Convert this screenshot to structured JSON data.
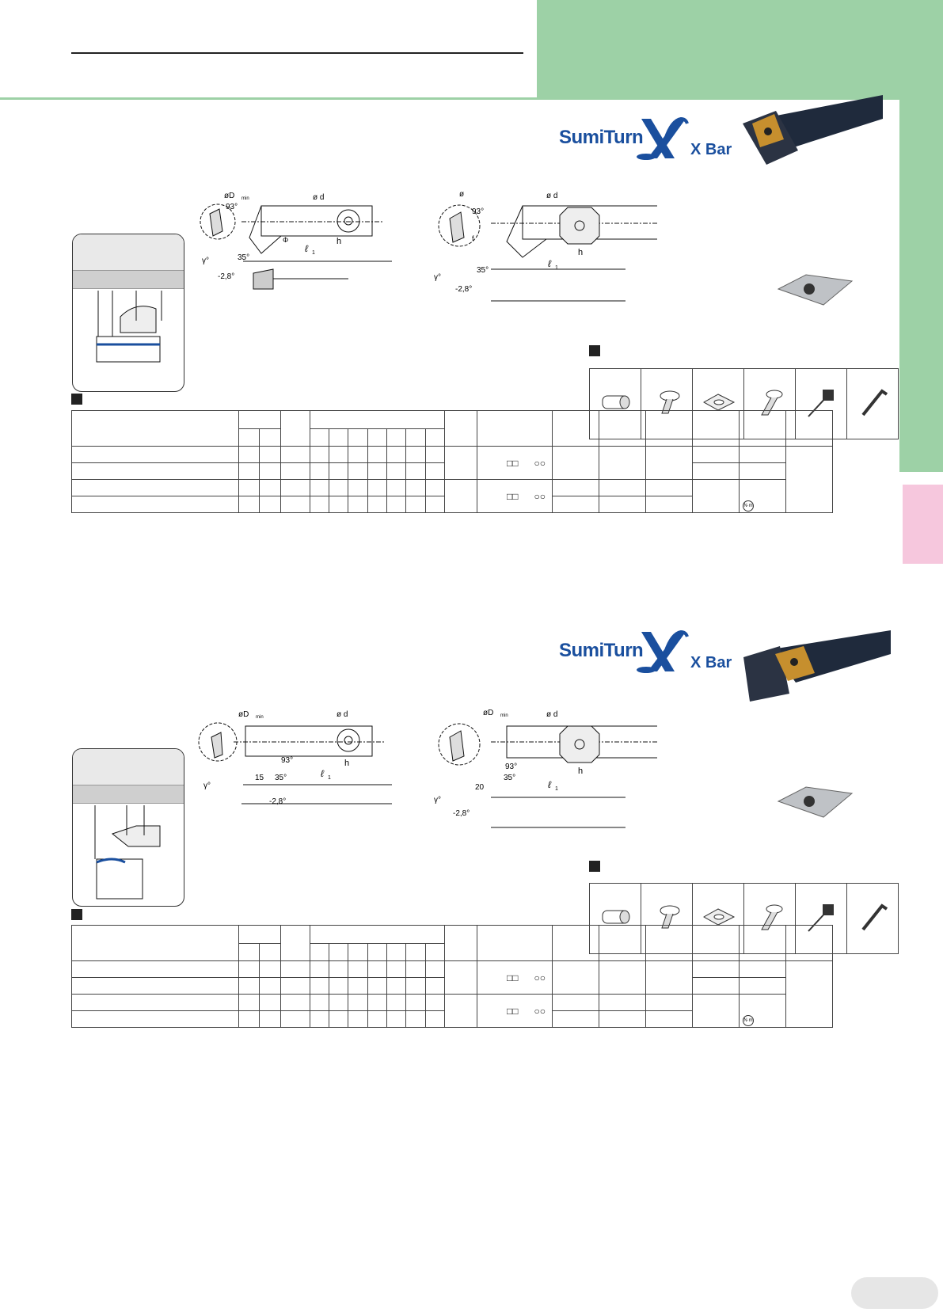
{
  "section1": {
    "logo": {
      "brand": "SumiTurn",
      "suffix": "X Bar"
    },
    "dim_labels": {
      "dmin1": "øD",
      "dmin_sub": "min",
      "d": "ø d",
      "angle93": "93°",
      "angle35": "35°",
      "neg28": "-2,8°",
      "gamma": "γ°",
      "f": "f",
      "h": "h",
      "l1": "ℓ",
      "l1_sub": "1",
      "phi": "Φ",
      "dmin2": "ø"
    },
    "symbols": {
      "row1_a": "□□",
      "row1_b": "○○",
      "row2_a": "□□",
      "row2_b": "○○",
      "nm": "N·m"
    }
  },
  "section2": {
    "logo": {
      "brand": "SumiTurn",
      "suffix": "X Bar"
    },
    "dim_labels": {
      "dmin1": "øD",
      "dmin_sub": "min",
      "d": "ø d",
      "angle93": "93°",
      "angle35": "35°",
      "neg28": "-2,8°",
      "gamma": "γ°",
      "h": "h",
      "l1": "ℓ",
      "l1_sub": "1",
      "fifteen": "15",
      "twenty": "20",
      "dmin2": "øD"
    },
    "symbols": {
      "row1_a": "□□",
      "row1_b": "○○",
      "row2_a": "□□",
      "row2_b": "○○",
      "nm": "N·m"
    }
  },
  "colors": {
    "header_green": "#9dd1a6",
    "side_pink": "#f6c7dd",
    "logo_blue": "#1a4f9e",
    "gold": "#c68f2e"
  },
  "icons": [
    "screw-icon",
    "torx-screw-icon",
    "shim-icon",
    "shim-screw-icon",
    "torx-wrench-icon",
    "hex-key-icon"
  ]
}
